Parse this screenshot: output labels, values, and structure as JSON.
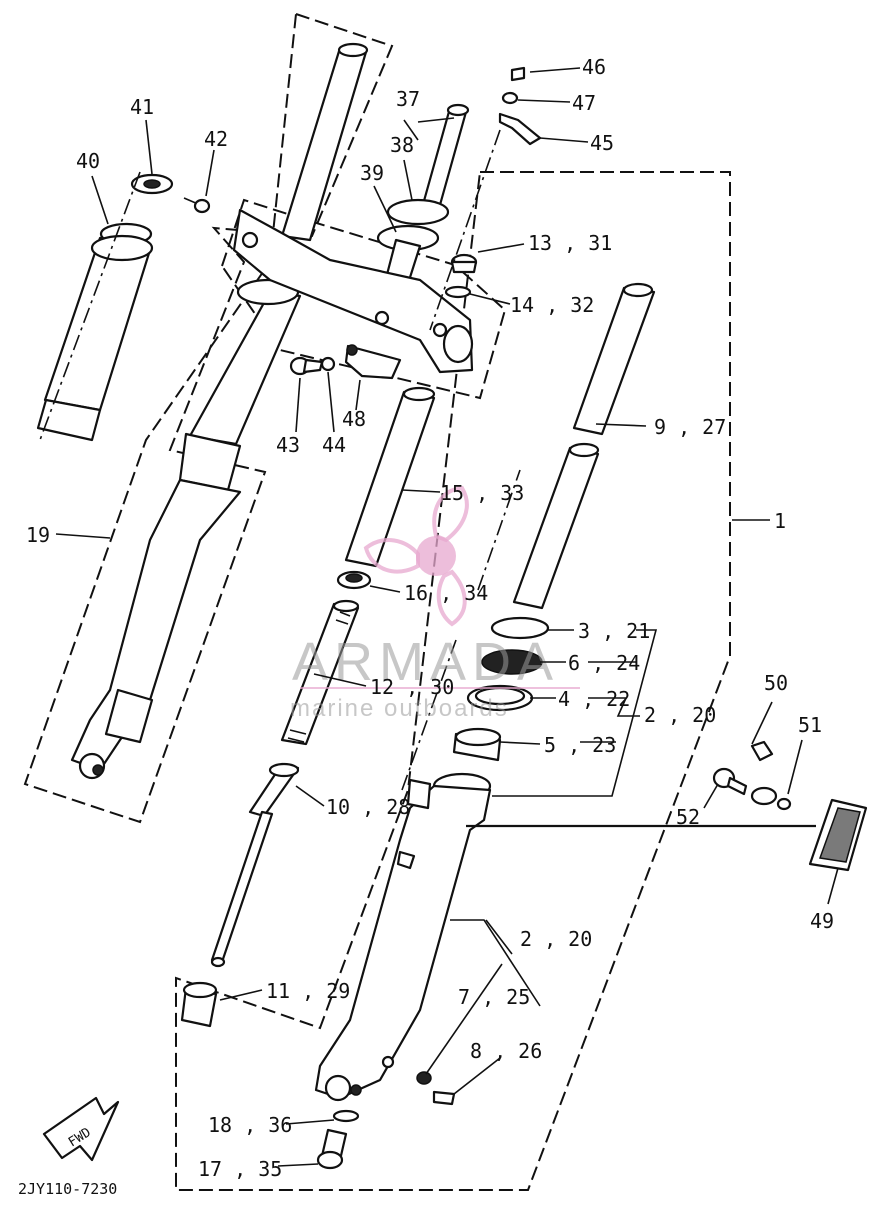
{
  "diagram": {
    "code": "2JY110-7230",
    "fwd_arrow_text": "FWD",
    "callouts": [
      "46",
      "47",
      "45",
      "37",
      "38",
      "39",
      "41",
      "42",
      "40",
      "13 , 31",
      "14 , 32",
      "43",
      "44",
      "48",
      "9 , 27",
      "15 , 33",
      "1",
      "19",
      "16 , 34",
      "3 , 21",
      "6 , 24",
      "12 , 30",
      "4 , 22",
      "2 , 20",
      "5 , 23",
      "50",
      "51",
      "10 , 28",
      "52",
      "49",
      "2 , 20",
      "7 , 25",
      "11 , 29",
      "8 , 26",
      "18 , 36",
      "17 , 35"
    ]
  },
  "watermark": {
    "brand": "ARMADA",
    "tagline": "marine outboards",
    "logo_color": "#e7a8cf"
  }
}
